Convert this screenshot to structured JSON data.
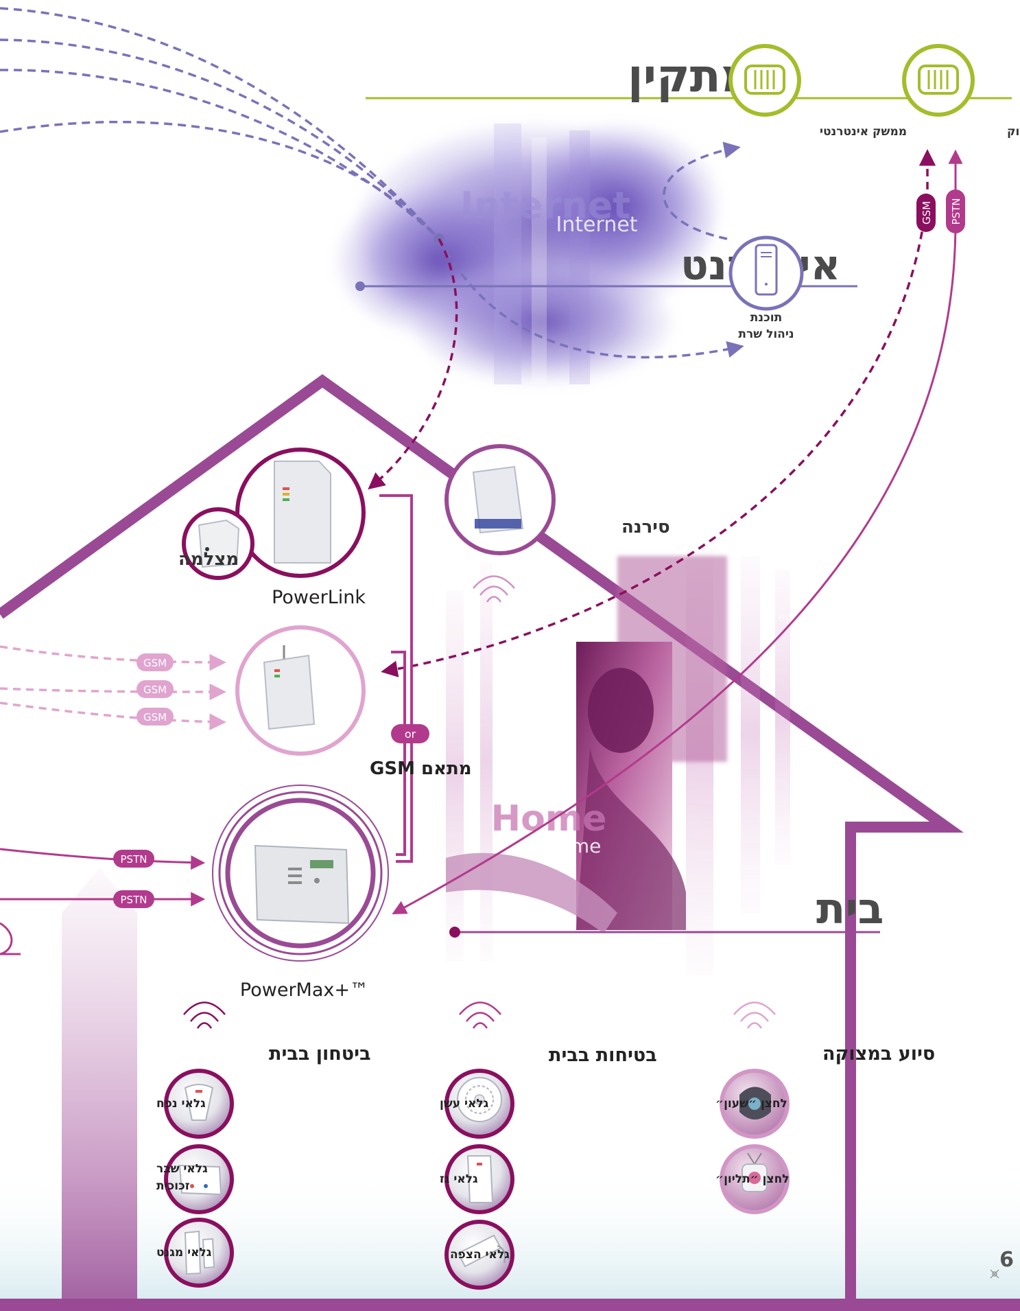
{
  "sections": {
    "installer": "מתקין",
    "internet": "אינטרנט",
    "home": "בית"
  },
  "installer": {
    "remote_software": "תכנות מרחוק",
    "web_interface": "ממשק אינטרנטי"
  },
  "server": {
    "line1": "תוכנת",
    "line2": "ניהול שרת"
  },
  "cloud_text": {
    "big": "Internet",
    "small": "Internet"
  },
  "home_text": {
    "big": "Home",
    "small": "Home"
  },
  "photo_overlay_text": "integrated home security management",
  "devices": {
    "siren": "סירנה",
    "camera": "מצלמה",
    "powerlink": "PowerLink",
    "gsm_module": "מתאם GSM",
    "powermax": "PowerMax+™"
  },
  "badges": {
    "gsm": "GSM",
    "pstn": "PSTN",
    "or": "or"
  },
  "groups": {
    "security": {
      "title": "ביטחון בבית",
      "items": [
        "גלאי נפח",
        "גלאי שבר",
        "זכוכית",
        "גלאי מגנט"
      ]
    },
    "safety": {
      "title": "בטיחות בבית",
      "items": [
        "גלאי עשן",
        "גלאי גז",
        "גלאי הצפה"
      ]
    },
    "emergency": {
      "title": "סיוע במצוקה",
      "items": [
        "לחצן ״שעון״",
        "לחצן ״תליון״"
      ]
    }
  },
  "page_number": "6",
  "colors": {
    "installer_green": "#a4bd2a",
    "internet_violet": "#7a72b8",
    "home_purple": "#9a4a94",
    "dark_magenta": "#8a0f5e",
    "light_pink": "#e0a4cf",
    "pstn_magenta": "#b23a8c"
  }
}
